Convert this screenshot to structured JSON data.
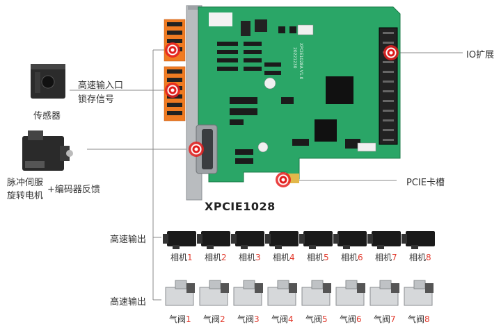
{
  "board": {
    "silk_model": "XPCIE1028A V1.0",
    "silk_date": "20221230"
  },
  "title": "XPCIE1028",
  "left_devices": {
    "sensor_label": "传感器",
    "high_speed_input_line1": "高速输入口",
    "high_speed_input_line2": "锁存信号",
    "servo_line1": "脉冲伺服",
    "servo_line2": "旋转电机",
    "encoder_label": "+编码器反馈"
  },
  "right_labels": {
    "io_expansion": "IO扩展",
    "pcie_slot": "PCIE卡槽"
  },
  "camera_row": {
    "output_label": "高速输出",
    "items": [
      {
        "name": "相机",
        "num": "1"
      },
      {
        "name": "相机",
        "num": "2"
      },
      {
        "name": "相机",
        "num": "3"
      },
      {
        "name": "相机",
        "num": "4"
      },
      {
        "name": "相机",
        "num": "5"
      },
      {
        "name": "相机",
        "num": "6"
      },
      {
        "name": "相机",
        "num": "7"
      },
      {
        "name": "相机",
        "num": "8"
      }
    ]
  },
  "valve_row": {
    "output_label": "高速输出",
    "items": [
      {
        "name": "气阀",
        "num": "1"
      },
      {
        "name": "气阀",
        "num": "2"
      },
      {
        "name": "气阀",
        "num": "3"
      },
      {
        "name": "气阀",
        "num": "4"
      },
      {
        "name": "气阀",
        "num": "5"
      },
      {
        "name": "气阀",
        "num": "6"
      },
      {
        "name": "气阀",
        "num": "7"
      },
      {
        "name": "气阀",
        "num": "8"
      }
    ]
  },
  "colors": {
    "pcb": "#2aa667",
    "pcb_dark": "#1e8a52",
    "connector": "#f07b22",
    "marker": "#e01818",
    "num": "#e23b2e"
  }
}
